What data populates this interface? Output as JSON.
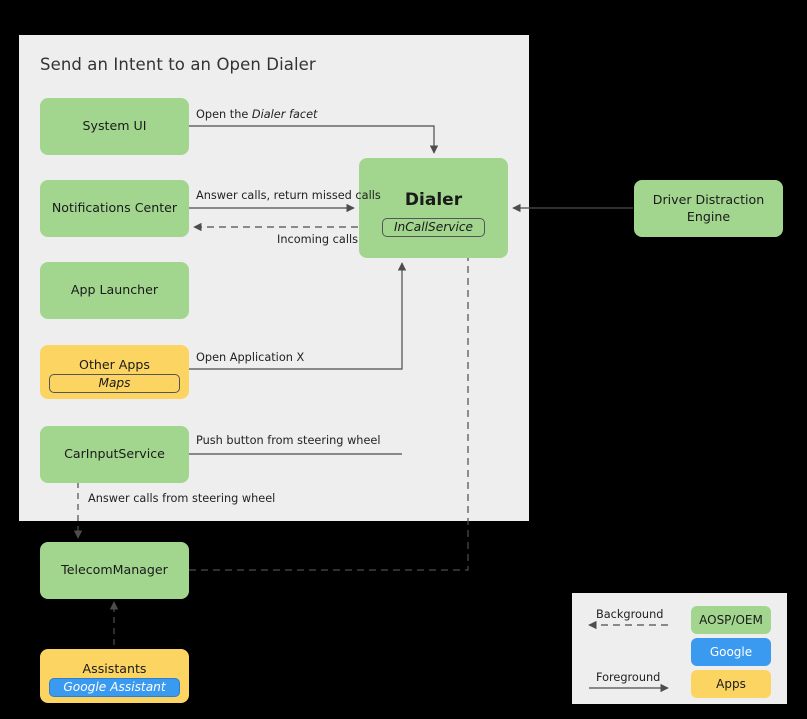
{
  "diagram": {
    "title": "Send an Intent to an Open Dialer",
    "panel_bg": "#EEEEEE",
    "colors": {
      "aosp_oem": "#A2D68F",
      "google": "#3A9AF0",
      "apps": "#FCD462",
      "line": "#4d4d4d",
      "text": "#222222"
    }
  },
  "nodes": {
    "system_ui": {
      "label": "System UI",
      "color": "#A2D68F"
    },
    "notifications_center": {
      "label": "Notifications Center",
      "color": "#A2D68F"
    },
    "app_launcher": {
      "label": "App Launcher",
      "color": "#A2D68F"
    },
    "other_apps": {
      "label": "Other Apps",
      "color": "#FCD462",
      "chip": "Maps"
    },
    "car_input_service": {
      "label": "CarInputService",
      "color": "#A2D68F"
    },
    "dialer": {
      "label": "Dialer",
      "color": "#A2D68F",
      "chip": "InCallService"
    },
    "driver_distraction_engine": {
      "label": "Driver Distraction\nEngine",
      "color": "#A2D68F"
    },
    "telecom_manager": {
      "label": "TelecomManager",
      "color": "#A2D68F"
    },
    "assistants": {
      "label": "Assistants",
      "color": "#FCD462",
      "chip": "Google Assistant"
    }
  },
  "edges": [
    {
      "id": "open-dialer-facet",
      "label_prefix": "Open the ",
      "label_em": "Dialer facet",
      "from": "system_ui",
      "to": "dialer",
      "style": "solid"
    },
    {
      "id": "answer-calls",
      "label": "Answer calls, return missed calls",
      "from": "notifications_center",
      "to": "dialer",
      "style": "solid"
    },
    {
      "id": "incoming-calls",
      "label": "Incoming calls",
      "from": "dialer",
      "to": "notifications_center",
      "style": "dashed"
    },
    {
      "id": "open-application-x",
      "label": "Open Application X",
      "from": "other_apps",
      "to": "dialer",
      "style": "solid"
    },
    {
      "id": "push-button-steering-wheel",
      "label": "Push button from steering wheel",
      "from": "car_input_service",
      "to": "dialer",
      "style": "solid"
    },
    {
      "id": "answer-calls-steering-wheel",
      "label": "Answer calls from steering wheel",
      "from": "car_input_service",
      "to": "telecom_manager",
      "style": "dashed"
    },
    {
      "id": "driver-distraction-to-dialer",
      "label": "",
      "from": "driver_distraction_engine",
      "to": "dialer",
      "style": "solid"
    },
    {
      "id": "telecom-to-incallservice",
      "label": "",
      "from": "telecom_manager",
      "to": "dialer",
      "style": "dashed"
    },
    {
      "id": "assistants-to-telecom",
      "label": "",
      "from": "assistants",
      "to": "telecom_manager",
      "style": "dashed"
    }
  ],
  "legend": {
    "background_label": "Background",
    "foreground_label": "Foreground",
    "swatches": [
      {
        "label": "AOSP/OEM",
        "color": "#A2D68F"
      },
      {
        "label": "Google",
        "color": "#3A9AF0"
      },
      {
        "label": "Apps",
        "color": "#FCD462"
      }
    ]
  }
}
